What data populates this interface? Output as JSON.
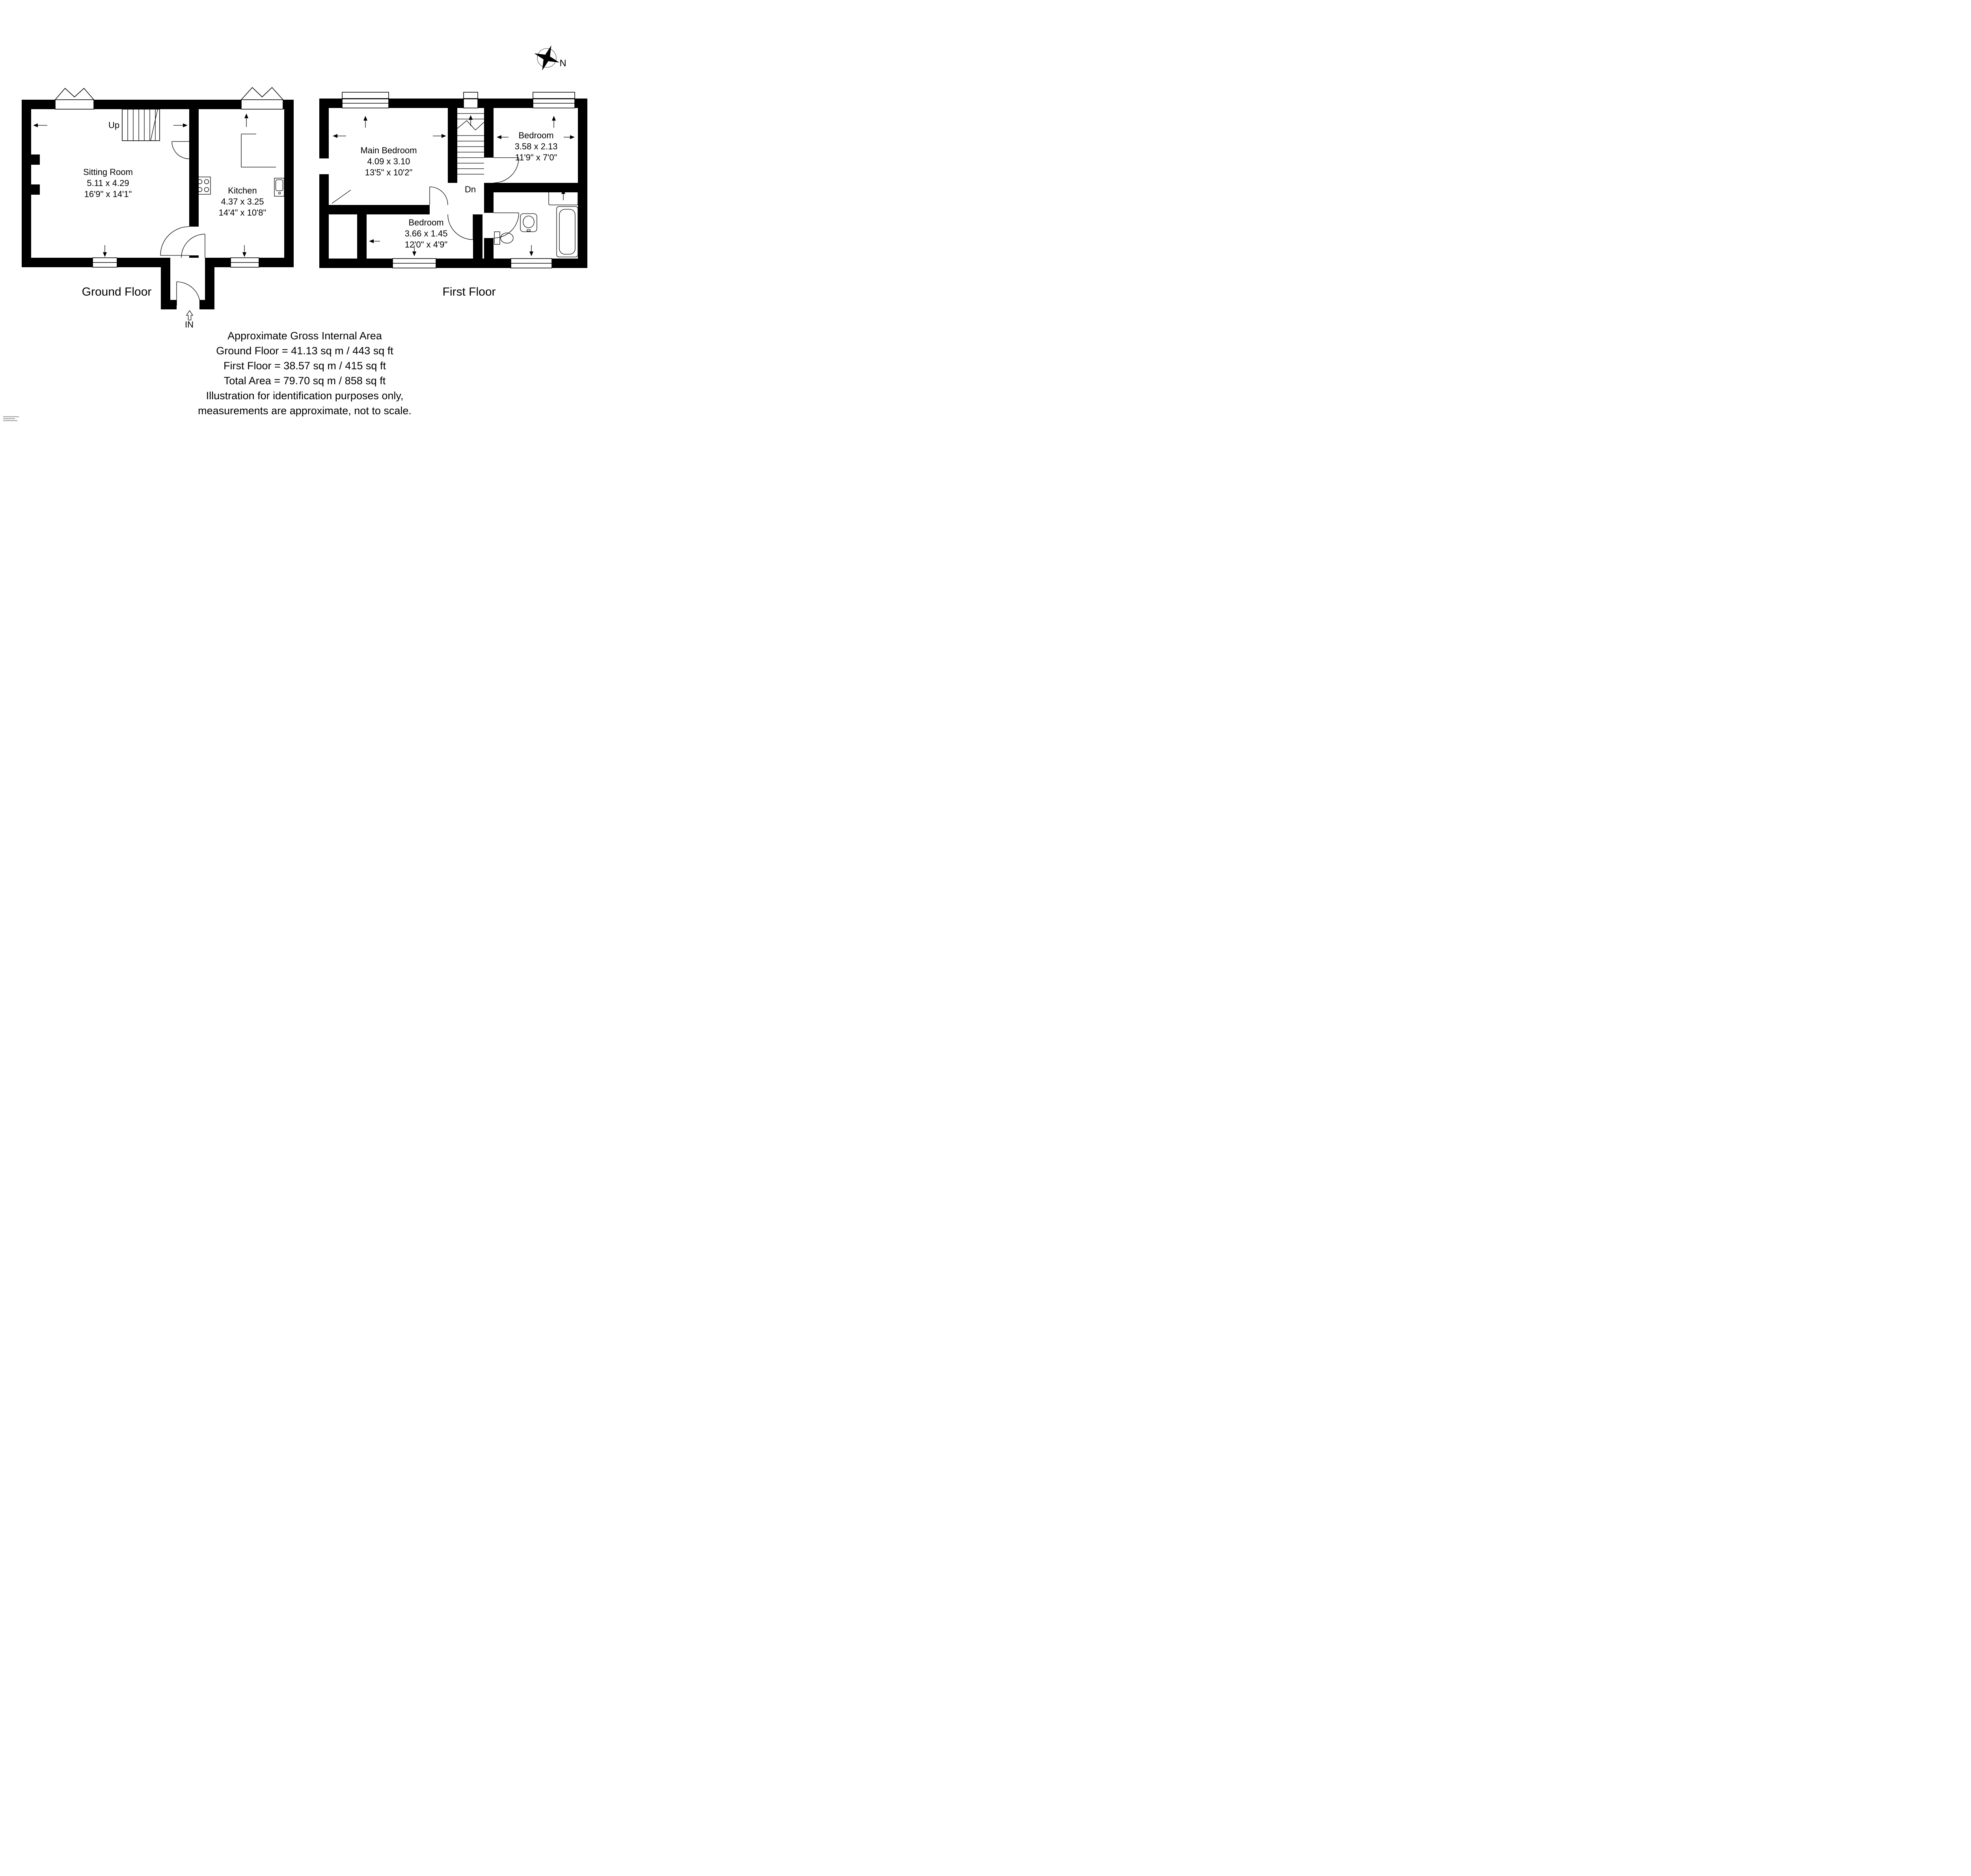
{
  "page": {
    "background": "#ffffff",
    "wall_color": "#000000"
  },
  "compass": {
    "label": "N"
  },
  "ground_floor": {
    "title": "Ground Floor",
    "stairs_label": "Up",
    "entrance_label": "IN",
    "rooms": {
      "sitting_room": {
        "name": "Sitting Room",
        "metric": "5.11 x 4.29",
        "imperial": "16'9\" x 14'1\""
      },
      "kitchen": {
        "name": "Kitchen",
        "metric": "4.37 x 3.25",
        "imperial": "14'4\" x 10'8\""
      }
    }
  },
  "first_floor": {
    "title": "First Floor",
    "stairs_label": "Dn",
    "rooms": {
      "main_bedroom": {
        "name": "Main Bedroom",
        "metric": "4.09 x 3.10",
        "imperial": "13'5\" x 10'2\""
      },
      "bedroom_2": {
        "name": "Bedroom",
        "metric": "3.58 x 2.13",
        "imperial": "11'9\" x 7'0\""
      },
      "bedroom_3": {
        "name": "Bedroom",
        "metric": "3.66 x 1.45",
        "imperial": "12'0\" x 4'9\""
      }
    }
  },
  "area_summary": {
    "line1": "Approximate Gross Internal Area",
    "line2": "Ground Floor = 41.13 sq m / 443 sq ft",
    "line3": "First Floor = 38.57 sq m / 415 sq ft",
    "line4": "Total Area = 79.70 sq m / 858 sq ft",
    "line5": "Illustration for identification purposes only,",
    "line6": "measurements are approximate, not to scale."
  },
  "icons": {
    "compass": "compass-rose",
    "entrance_arrow": "up-arrow",
    "fixtures": [
      "hob",
      "sink",
      "toilet",
      "basin",
      "bath",
      "shower"
    ]
  }
}
